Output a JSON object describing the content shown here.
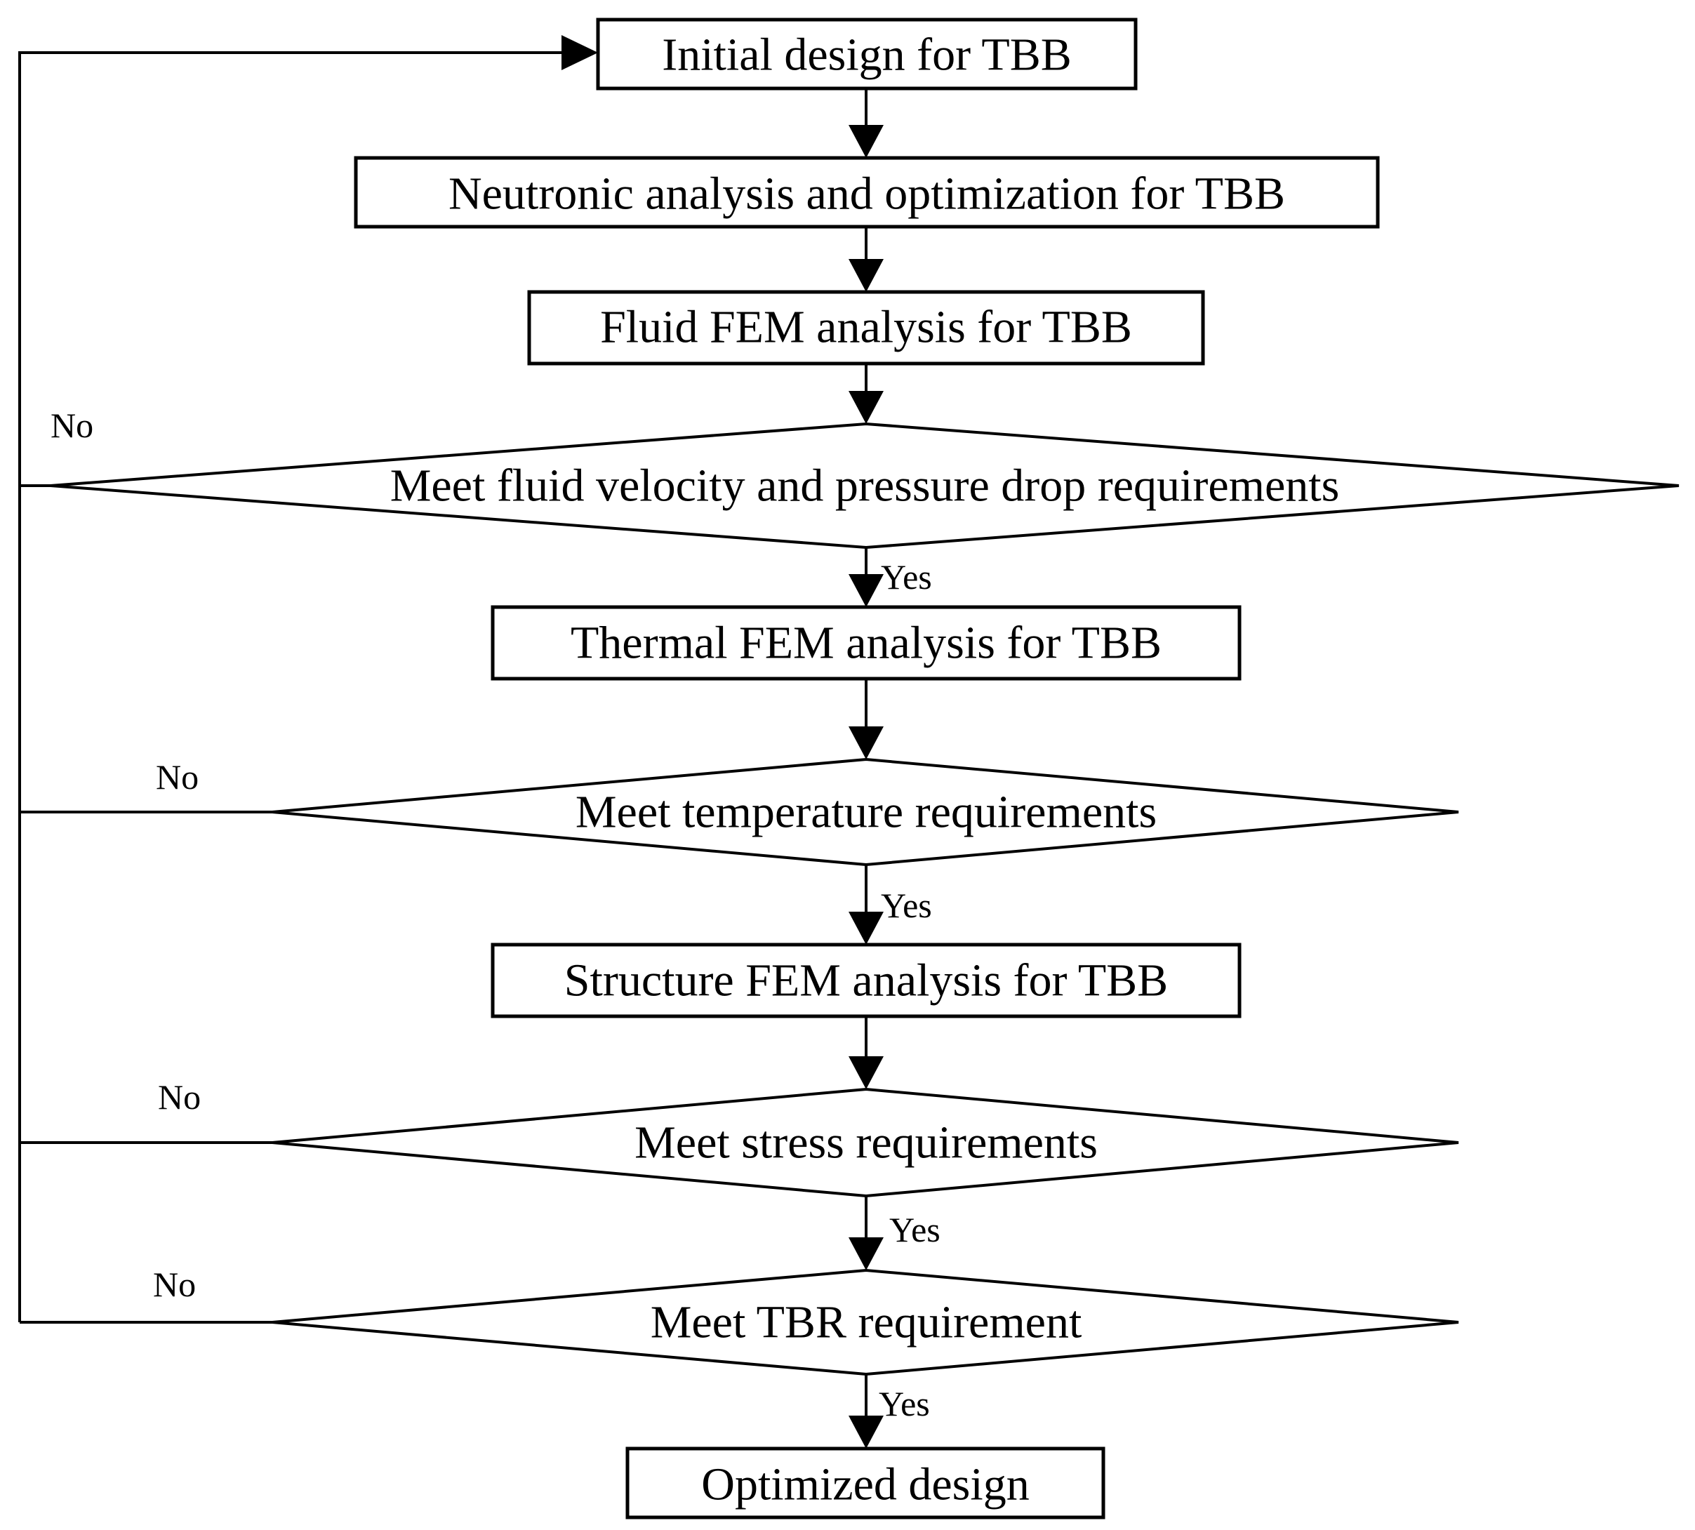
{
  "flowchart": {
    "steps": {
      "initial_design": "Initial design for TBB",
      "neutronic": "Neutronic analysis and optimization for TBB",
      "fluid_fem": "Fluid FEM analysis for TBB",
      "thermal_fem": "Thermal FEM analysis for TBB",
      "structure_fem": "Structure FEM analysis for TBB",
      "optimized": "Optimized design"
    },
    "decisions": {
      "fluid": "Meet fluid velocity and pressure drop requirements",
      "temperature": "Meet temperature requirements",
      "stress": "Meet stress requirements",
      "tbr": "Meet TBR requirement"
    },
    "branch_labels": {
      "yes": "Yes",
      "no": "No"
    }
  }
}
